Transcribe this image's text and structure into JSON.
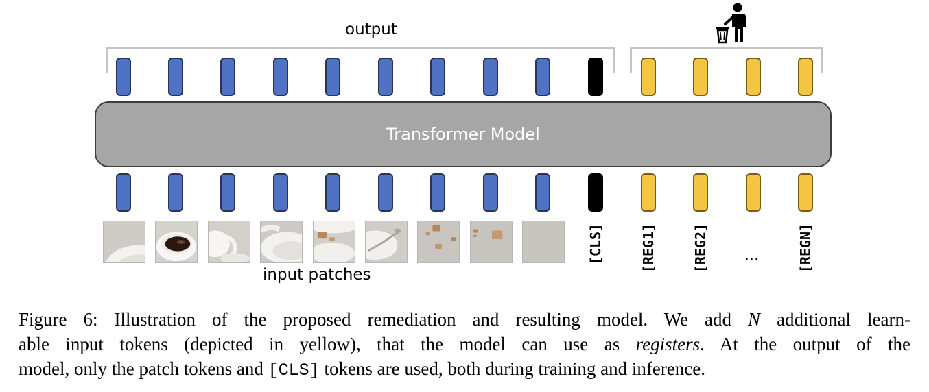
{
  "figure": {
    "output_label": "output",
    "discard_icon": "person-trash-icon",
    "model_label": "Transformer Model",
    "input_label": "input patches",
    "token_colors": {
      "patch": "#4f72c4",
      "cls": "#000000",
      "register": "#f4c542"
    },
    "patch_token_count": 9,
    "register_token_count": 4,
    "bottom_labels": [
      "[CLS]",
      "[REG1]",
      "[REG2]",
      "...",
      "[REGN]"
    ]
  },
  "caption": {
    "l1_a": "Figure 6: Illustration of the proposed remediation and resulting model. We add",
    "l1_n": "N",
    "l1_b": "additional learn-",
    "l2_a": "able input tokens (depicted in yellow), that the model can use as",
    "l2_it": "registers",
    "l2_b": ". At the output of the",
    "l3_a": "model, only the patch tokens and",
    "l3_mono": "[CLS]",
    "l3_b": "tokens are used, both during training and inference."
  }
}
